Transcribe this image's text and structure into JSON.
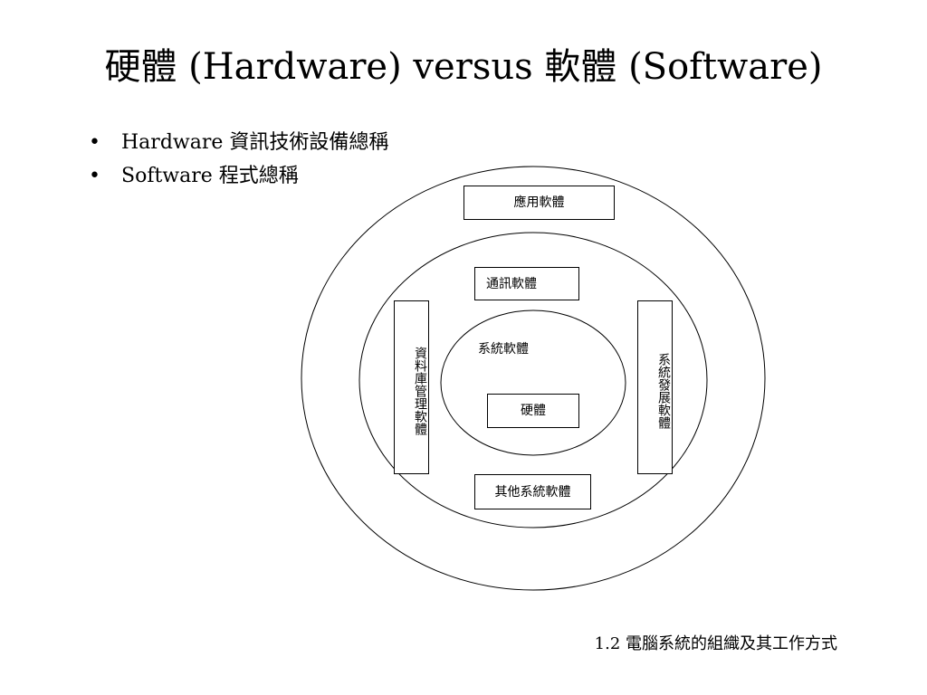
{
  "slide": {
    "title": "硬體 (Hardware) versus  軟體 (Software)",
    "bullets": [
      {
        "marker": "•",
        "text": "Hardware 資訊技術設備總稱"
      },
      {
        "marker": "•",
        "text": "Software  程式總稱"
      }
    ],
    "footer": "1.2  電腦系統的組織及其工作方式"
  },
  "diagram": {
    "outer_box": "應用軟體",
    "comm_box": "通訊軟體",
    "db_box": "資料庫管理軟體",
    "dev_box": "系統發展軟體",
    "other_box": "其他系統軟體",
    "system_label": "系統軟體",
    "hardware_box": "硬體"
  }
}
